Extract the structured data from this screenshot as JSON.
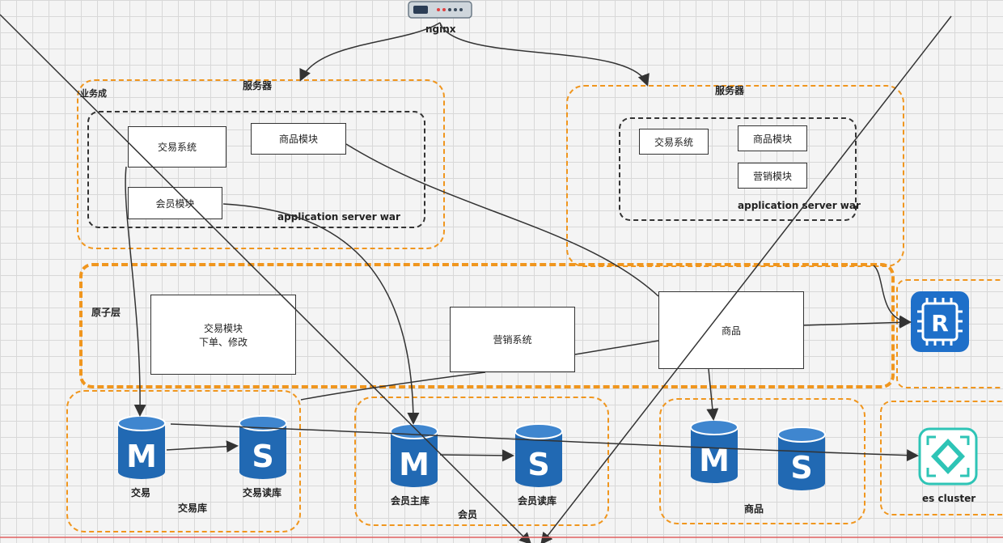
{
  "top": {
    "nginx": "nginx"
  },
  "left_server": {
    "title": "服务器",
    "layer": "业务成",
    "app_label": "application server war",
    "modules": [
      "交易系统",
      "商品模块",
      "会员模块"
    ]
  },
  "right_server": {
    "title": "服务器",
    "app_label": "application server war",
    "modules": [
      "交易系统",
      "商品模块",
      "营销模块"
    ]
  },
  "atomic": {
    "layer": "原子层",
    "trade_line1": "交易模块",
    "trade_line2": "下单、修改",
    "marketing": "营销系统",
    "goods": "商品"
  },
  "databases": {
    "trade": {
      "master_letter": "M",
      "slave_letter": "S",
      "master_label": "交易",
      "slave_label": "交易读库",
      "group_label": "交易库"
    },
    "member": {
      "master_letter": "M",
      "slave_letter": "S",
      "master_label": "会员主库",
      "slave_label": "会员读库",
      "group_label": "会员"
    },
    "goods": {
      "master_letter": "M",
      "slave_letter": "S",
      "group_label": "商品"
    }
  },
  "services": {
    "redis_letter": "R",
    "es": "es cluster"
  },
  "colors": {
    "orange": "#f0961e",
    "db_blue": "#2169b3",
    "redis": "#1e6fc9",
    "es": "#2ec4b6"
  }
}
